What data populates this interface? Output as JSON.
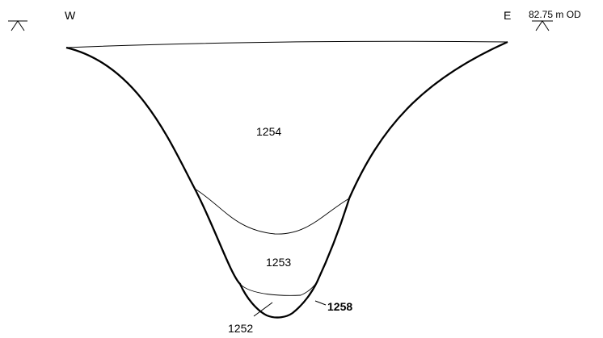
{
  "orientation": {
    "west": "W",
    "east": "E"
  },
  "datum": {
    "level_label": "82.75 m OD"
  },
  "contexts": {
    "upper_fill": "1254",
    "middle_fill": "1253",
    "lower_fill": "1252",
    "cut": "1258"
  }
}
